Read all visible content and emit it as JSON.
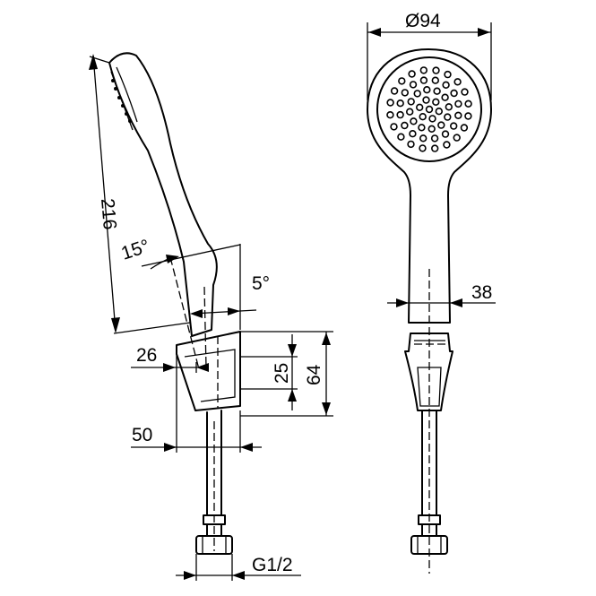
{
  "dimensions": {
    "length": "216",
    "tilt_angle": "15°",
    "bracket_angle": "5°",
    "bracket_width": "26",
    "bracket_inner_height": "25",
    "bracket_height": "64",
    "bracket_depth": "50",
    "head_diameter": "Ø94",
    "handle_width": "38",
    "thread": "G1/2"
  },
  "colors": {
    "line": "#000000",
    "background": "#ffffff"
  }
}
